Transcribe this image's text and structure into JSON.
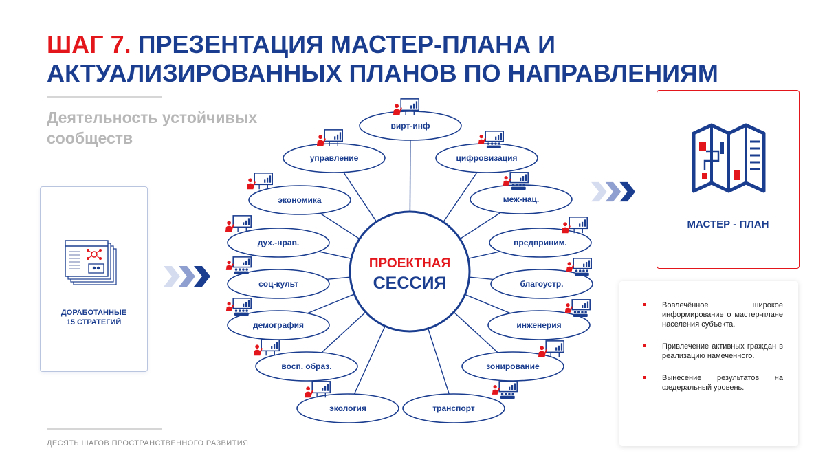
{
  "header": {
    "title_red": "ШАГ 7.",
    "title_blue_line1": "ПРЕЗЕНТАЦИЯ МАСТЕР-ПЛАНА И",
    "title_blue_line2": "АКТУАЛИЗИРОВАННЫХ ПЛАНОВ ПО НАПРАВЛЕНИЯМ"
  },
  "subtitle": "Деятельность устойчивых сообществ",
  "left_card": {
    "caption_line1": "ДОРАБОТАННЫЕ",
    "caption_line2": "15 СТРАТЕГИЙ",
    "icon": "documents-stack-icon"
  },
  "center": {
    "line1": "ПРОЕКТНАЯ",
    "line2": "СЕССИЯ"
  },
  "nodes": [
    {
      "label": "вирт-инф",
      "icon": "presentation-icon"
    },
    {
      "label": "цифровизация",
      "icon": "audience-presentation-icon"
    },
    {
      "label": "меж-нац.",
      "icon": "audience-presentation-icon"
    },
    {
      "label": "предприним.",
      "icon": "presentation-icon"
    },
    {
      "label": "благоустр.",
      "icon": "audience-presentation-icon"
    },
    {
      "label": "инженерия",
      "icon": "audience-presentation-icon"
    },
    {
      "label": "зонирование",
      "icon": "presentation-icon"
    },
    {
      "label": "транспорт",
      "icon": "audience-presentation-icon"
    },
    {
      "label": "экология",
      "icon": "presentation-icon"
    },
    {
      "label": "восп. образ.",
      "icon": "presentation-icon"
    },
    {
      "label": "демография",
      "icon": "audience-presentation-icon"
    },
    {
      "label": "соц-культ",
      "icon": "audience-presentation-icon"
    },
    {
      "label": "дух.-нрав.",
      "icon": "presentation-icon"
    },
    {
      "label": "экономика",
      "icon": "presentation-icon"
    },
    {
      "label": "управление",
      "icon": "presentation-icon"
    }
  ],
  "master_plan": {
    "label": "МАСТЕР - ПЛАН",
    "icon": "folded-map-icon"
  },
  "info": {
    "bullets": [
      "Вовлечённое широкое информирование о мастер-плане населения субъекта.",
      "Привлечение активных граждан в реализацию намеченного.",
      "Вынесение результатов на федеральный уровень."
    ]
  },
  "footer": "ДЕСЯТЬ ШАГОВ ПРОСТРАНСТВЕННОГО РАЗВИТИЯ",
  "colors": {
    "brand_blue": "#1b3d8f",
    "accent_red": "#e3161c",
    "muted_gray": "#b7b7b7"
  }
}
